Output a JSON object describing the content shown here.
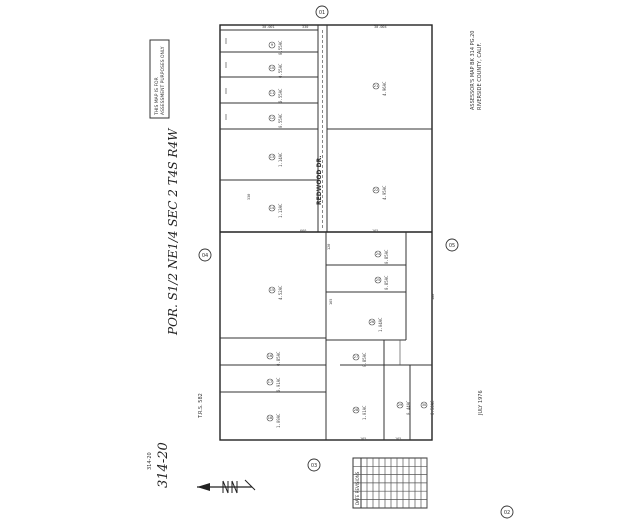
{
  "map": {
    "book_page": "314-20",
    "book_page_small": "314-20",
    "section_label": "POR. S1/2 NE1/4 SEC 2 T4S R4W",
    "street_label": "REDWOOD DR.",
    "tract_ref": "T.R.S. 582",
    "notice": {
      "line1": "THIS MAP IS FOR",
      "line2": "ASSESSMENT PURPOSES ONLY"
    },
    "assessor_note": {
      "line1": "ASSESSOR'S MAP BK 314 PG.20",
      "line2": "RIVERSIDE COUNTY, CALIF."
    },
    "date_stamp": "JULY 1976",
    "revision_block_title": "DATE REVISIONS",
    "block_circles": [
      "01",
      "03",
      "04",
      "05",
      "02"
    ],
    "dimensions": [
      "30.001",
      "330",
      "30.004",
      "330",
      "660",
      "120",
      "165",
      "165",
      "165",
      "165",
      "180"
    ],
    "parcels": [
      {
        "num": "9",
        "acres": "0.55AC"
      },
      {
        "num": "10",
        "acres": "0.55AC"
      },
      {
        "num": "11",
        "acres": "0.55AC"
      },
      {
        "num": "12",
        "acres": "0.55AC"
      },
      {
        "num": "13",
        "acres": "1.14AC"
      },
      {
        "num": "14",
        "acres": "1.13AC"
      },
      {
        "num": "15",
        "acres": "4.52AC"
      },
      {
        "num": "16",
        "acres": "0.85AC"
      },
      {
        "num": "17",
        "acres": "0.91AC"
      },
      {
        "num": "18",
        "acres": "1.09AC"
      },
      {
        "num": "21",
        "acres": "4.96AC"
      },
      {
        "num": "22",
        "acres": "4.95AC"
      },
      {
        "num": "24",
        "acres": "0.85AC"
      },
      {
        "num": "25",
        "acres": "0.85AC"
      },
      {
        "num": "26",
        "acres": "1.04AC"
      },
      {
        "num": "27",
        "acres": "0.85AC"
      },
      {
        "num": "28",
        "acres": "1.01AC"
      },
      {
        "num": "29",
        "acres": "0.44AC"
      },
      {
        "num": "30",
        "acres": "0.50AC"
      }
    ]
  }
}
